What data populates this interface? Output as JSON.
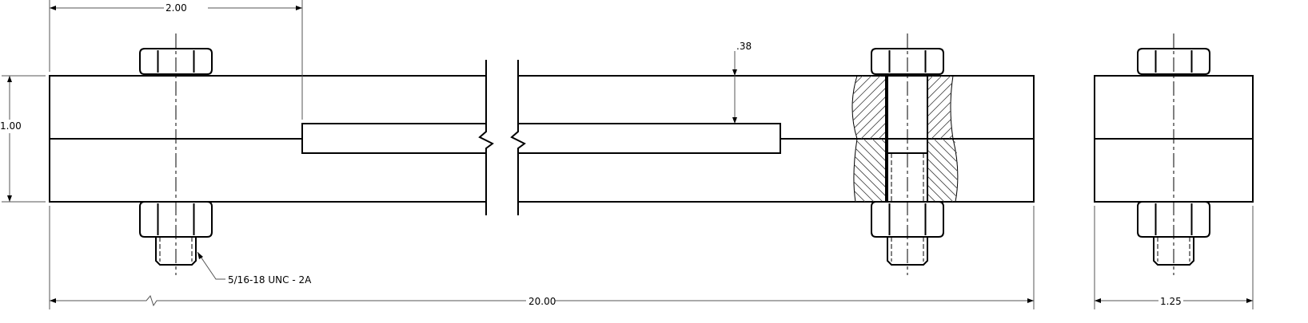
{
  "dimensions": {
    "slot_offset": "2.00",
    "bar_height": "1.00",
    "slot_depth": ".38",
    "overall_length": "20.00",
    "end_width": "1.25"
  },
  "callouts": {
    "thread_spec": "5/16-18 UNC - 2A"
  }
}
